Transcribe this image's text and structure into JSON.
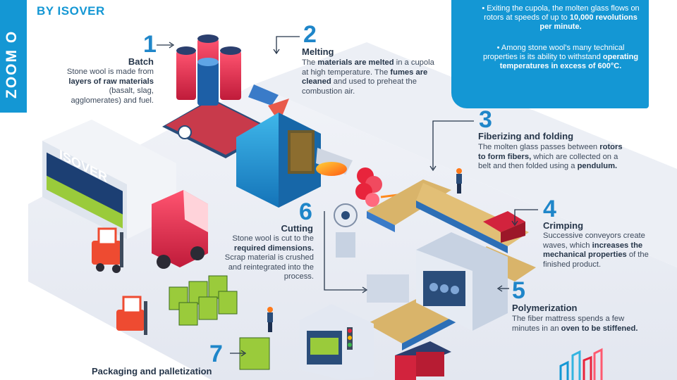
{
  "header": {
    "vertical_title": "ZOOM O",
    "byline": "BY ISOVER"
  },
  "callout": {
    "item1_pre": "• Exiting the cupola, the molten glass flows on rotors at speeds of up to ",
    "item1_bold": "10,000 revolutions per minute.",
    "item2_pre": "• Among stone wool's many technical properties is its ability to withstand ",
    "item2_bold": "operating temperatures in excess of 600°C."
  },
  "truck": {
    "brand": "ISOVER"
  },
  "steps": [
    {
      "num": "1",
      "title": "Batch",
      "desc": [
        {
          "t": "Stone wool is made from "
        },
        {
          "b": "layers of raw materials"
        },
        {
          "t": " (basalt, slag, agglomerates) and fuel."
        }
      ]
    },
    {
      "num": "2",
      "title": "Melting",
      "desc": [
        {
          "t": "The "
        },
        {
          "b": "materials are melted"
        },
        {
          "t": " in a cupola at high temperature. The "
        },
        {
          "b": "fumes are cleaned"
        },
        {
          "t": " and used to preheat the combustion air."
        }
      ]
    },
    {
      "num": "3",
      "title": "Fiberizing and folding",
      "desc": [
        {
          "t": "The molten glass passes between "
        },
        {
          "b": "rotors to form fibers,"
        },
        {
          "t": " which are collected on a belt and then folded using a "
        },
        {
          "b": "pendulum."
        }
      ]
    },
    {
      "num": "4",
      "title": "Crimping",
      "desc": [
        {
          "t": "Successive conveyors create waves, which "
        },
        {
          "b": "increases the mechanical properties"
        },
        {
          "t": " of the finished product."
        }
      ]
    },
    {
      "num": "5",
      "title": "Polymerization",
      "desc": [
        {
          "t": "The fiber mattress spends a few minutes in an "
        },
        {
          "b": "oven to be stiffened."
        }
      ]
    },
    {
      "num": "6",
      "title": "Cutting",
      "desc": [
        {
          "t": "Stone wool is cut to the "
        },
        {
          "b": "required dimensions."
        },
        {
          "t": " Scrap material is crushed and reintegrated into the process."
        }
      ]
    },
    {
      "num": "7",
      "title": "Packaging and palletization",
      "desc": []
    }
  ],
  "colors": {
    "brand_blue": "#1497d4",
    "number_blue": "#1f86c9",
    "dark_text": "#26364a",
    "molten": "#ff8a1e",
    "truck_red": "#e8243c"
  }
}
